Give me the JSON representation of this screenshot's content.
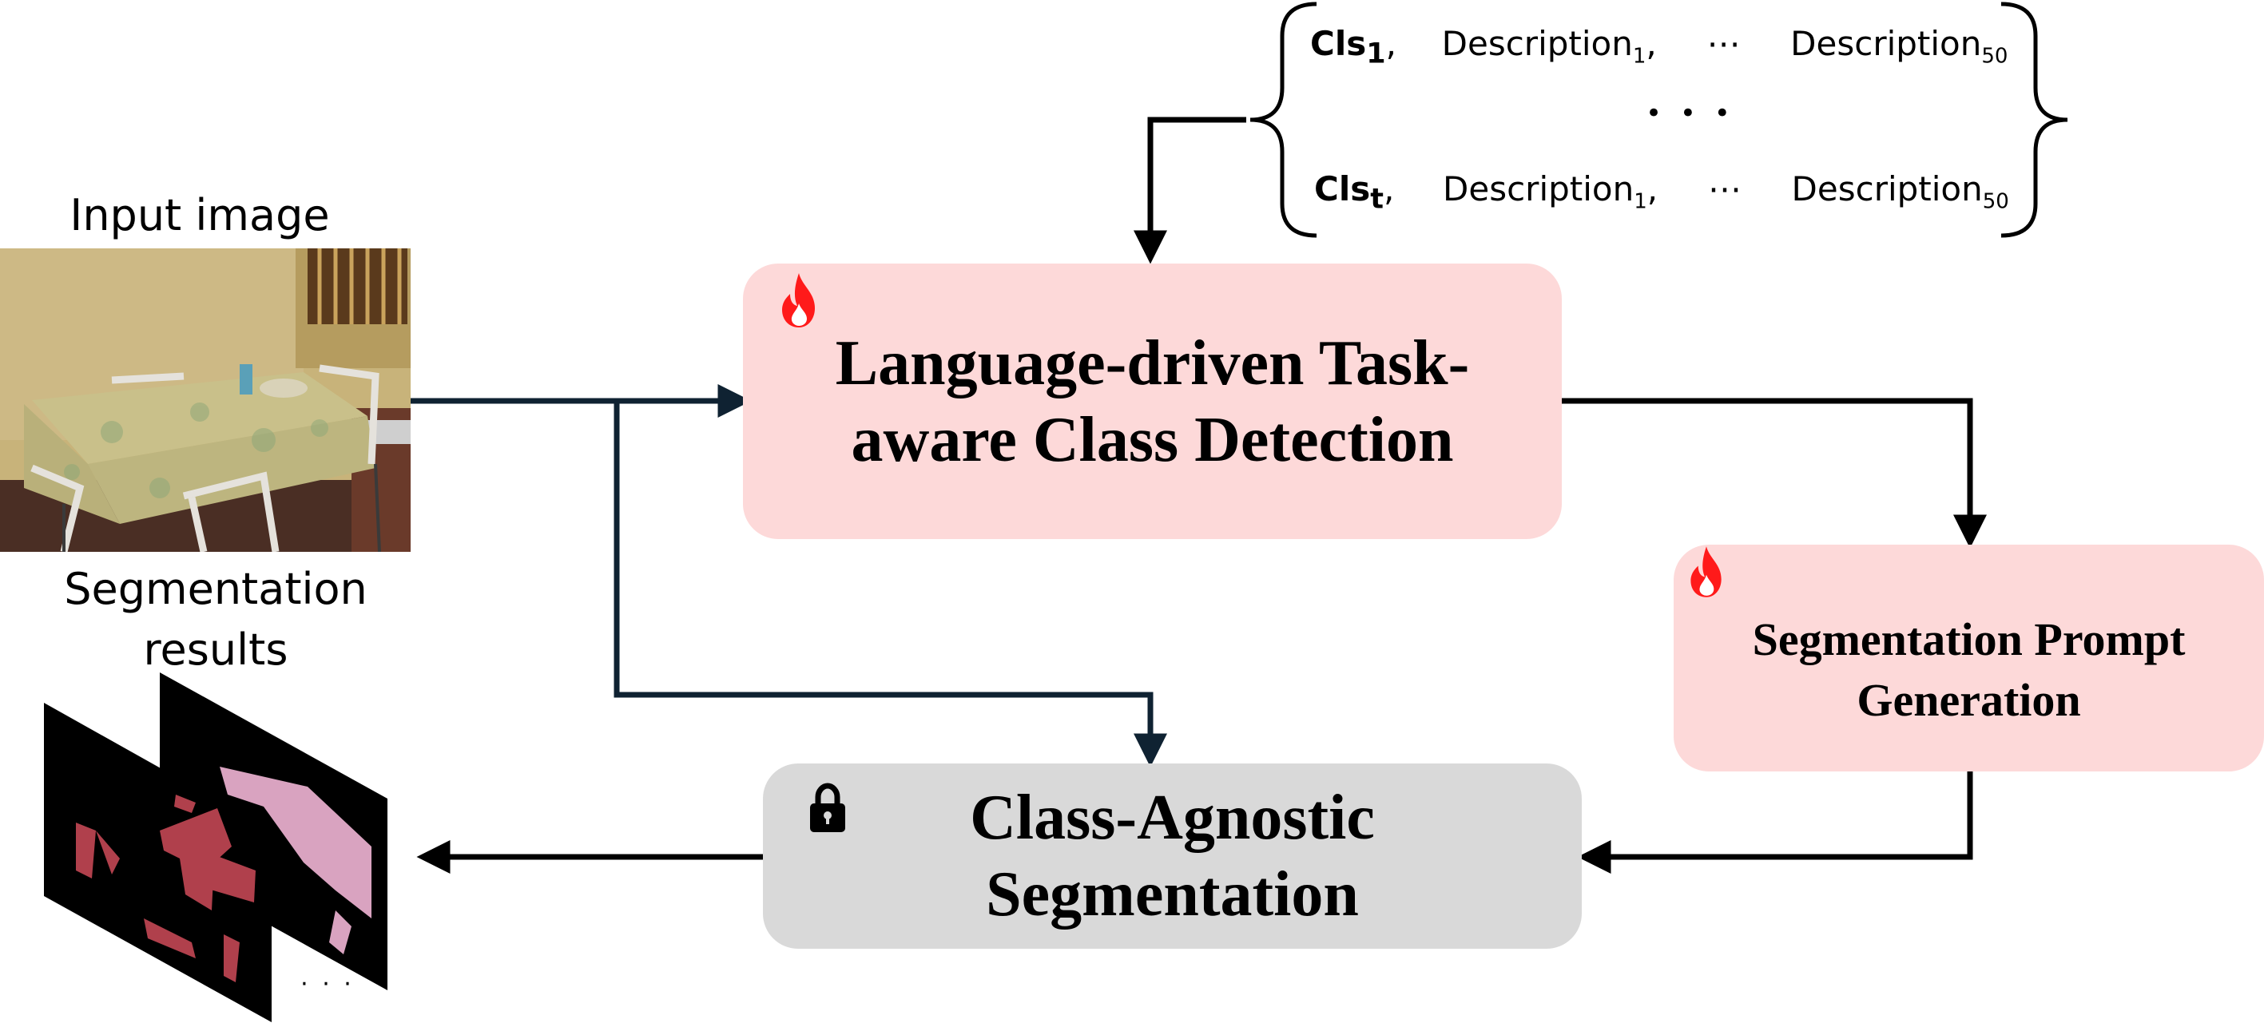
{
  "input": {
    "title": "Input image"
  },
  "output": {
    "title_line1": "Segmentation",
    "title_line2": "results",
    "more_dots": "· · ·"
  },
  "class_descriptions": {
    "rows": [
      {
        "cls": "Cls",
        "cls_sub": "1",
        "desc": "Description",
        "desc_sub1": "1",
        "ellipsis": "⋯",
        "desc_last": "Description",
        "desc_sub2": "50"
      },
      {
        "cls": "Cls",
        "cls_sub": "t",
        "desc": "Description",
        "desc_sub1": "1",
        "ellipsis": "⋯",
        "desc_last": "Description",
        "desc_sub2": "50"
      }
    ],
    "middle_dots": "• • •"
  },
  "modules": {
    "detection": {
      "line1": "Language-driven Task-",
      "line2": "aware Class Detection",
      "state": "trainable",
      "icon": "fire-icon",
      "color": "#fdd9d9"
    },
    "prompt": {
      "line1": "Segmentation Prompt",
      "line2": "Generation",
      "state": "trainable",
      "icon": "fire-icon",
      "color": "#fdd9d9"
    },
    "segmentation": {
      "line1": "Class-Agnostic",
      "line2": "Segmentation",
      "state": "frozen",
      "icon": "lock-icon",
      "color": "#d9d9d9"
    }
  },
  "colors": {
    "arrow": "#000000",
    "arrow_dark": "#0f2232",
    "mask_red": "#b0404c",
    "mask_pink": "#d9a3c0"
  }
}
